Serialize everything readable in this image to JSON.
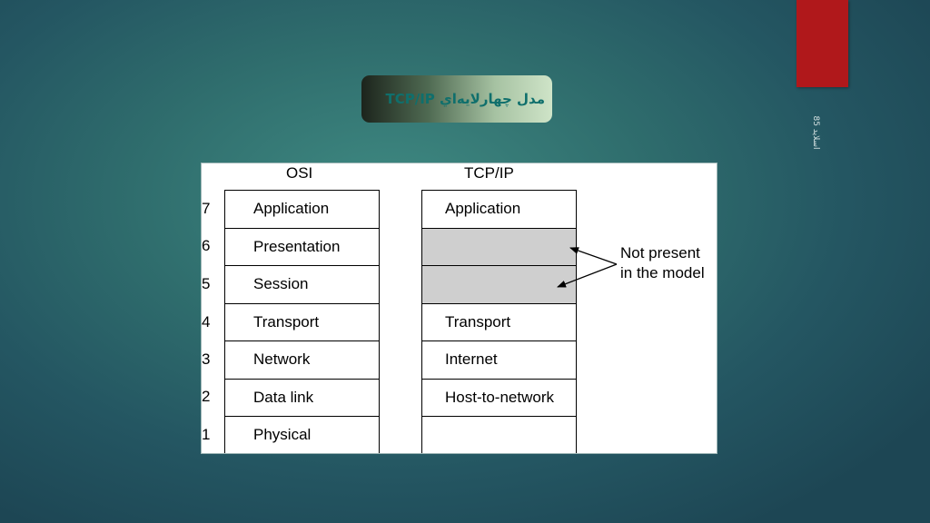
{
  "slide": {
    "title": "مدل چهارلایه‌اي TCP/IP",
    "page_number": "85 اسلاید"
  },
  "colors": {
    "background": "#2f6d6d",
    "accent_red": "#b0181b",
    "title_text": "#0f6f6c",
    "empty_layer_fill": "#cfcfcf"
  },
  "diagram": {
    "osi_header": "OSI",
    "tcpip_header": "TCP/IP",
    "layer_numbers": [
      "7",
      "6",
      "5",
      "4",
      "3",
      "2",
      "1"
    ],
    "osi_layers": [
      "Application",
      "Presentation",
      "Session",
      "Transport",
      "Network",
      "Data link",
      "Physical"
    ],
    "tcpip_layers": [
      "Application",
      "",
      "",
      "Transport",
      "Internet",
      "Host-to-network",
      ""
    ],
    "note_line1": "Not present",
    "note_line2": "in the model"
  }
}
